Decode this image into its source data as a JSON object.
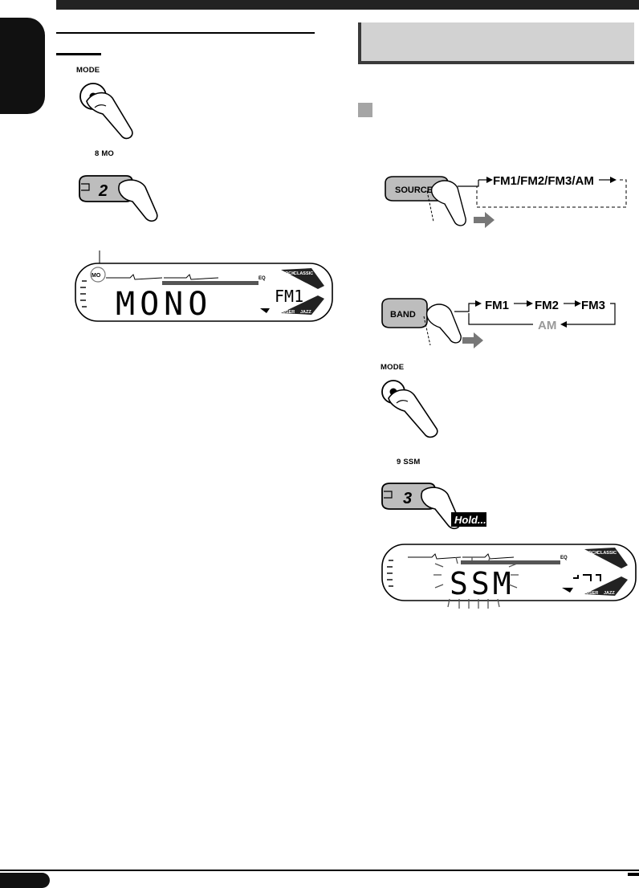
{
  "left": {
    "step1_button": "MODE",
    "step2_button": "8  MO",
    "display": {
      "indicator": "MO",
      "main": "MONO",
      "band": "FM1"
    }
  },
  "right": {
    "source_button": "SOURCE",
    "source_sequence": "FM1/FM2/FM3/AM",
    "band_button": "BAND",
    "band_sequence": [
      "FM1",
      "FM2",
      "FM3"
    ],
    "band_return": "AM",
    "mode_button": "MODE",
    "ssm_button": "9  SSM",
    "preset_key": "3",
    "hold_label": "Hold....",
    "display": {
      "main": "SSM"
    }
  },
  "display_labels": {
    "eq": "EQ",
    "rock": "ROCK",
    "classic": "CLASSIC",
    "user": "USER",
    "jazz": "JAZZ"
  },
  "left_preset_key": "2"
}
